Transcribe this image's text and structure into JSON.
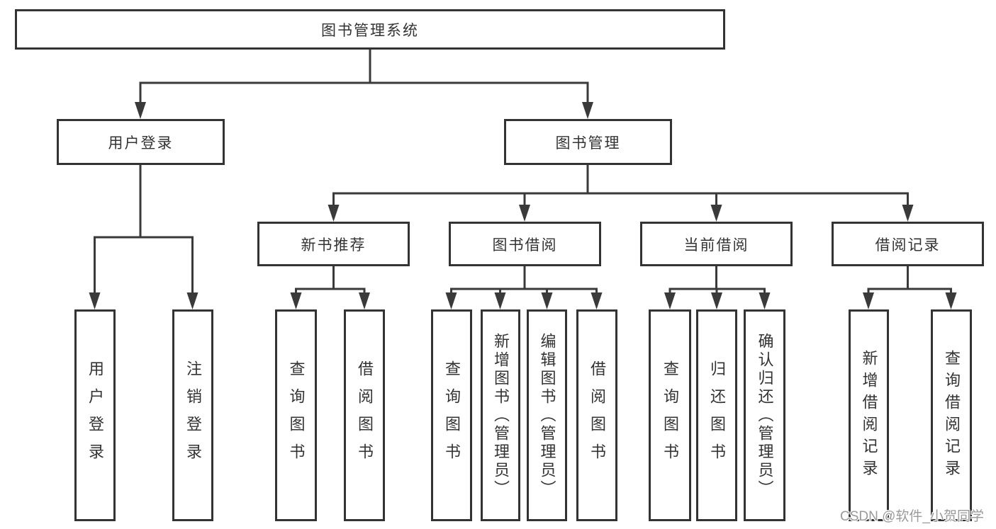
{
  "tree": {
    "label": "图书管理系统",
    "children": [
      {
        "label": "用户登录",
        "children": [
          {
            "label": "用户登录"
          },
          {
            "label": "注销登录"
          }
        ]
      },
      {
        "label": "图书管理",
        "children": [
          {
            "label": "新书推荐",
            "children": [
              {
                "label": "查询图书"
              },
              {
                "label": "借阅图书"
              }
            ]
          },
          {
            "label": "图书借阅",
            "children": [
              {
                "label": "查询图书"
              },
              {
                "label": "新增图书（管理员）"
              },
              {
                "label": "编辑图书（管理员）"
              },
              {
                "label": "借阅图书"
              }
            ]
          },
          {
            "label": "当前借阅",
            "children": [
              {
                "label": "查询图书"
              },
              {
                "label": "归还图书"
              },
              {
                "label": "确认归还（管理员）"
              }
            ]
          },
          {
            "label": "借阅记录",
            "children": [
              {
                "label": "新增借阅记录"
              },
              {
                "label": "查询借阅记录"
              }
            ]
          }
        ]
      }
    ]
  },
  "watermark": "CSDN @软件_小贺同学",
  "colors": {
    "line": "#3a3a3a",
    "box_border": "#333333",
    "box_fill": "#ffffff",
    "text": "#333333",
    "watermark_text": "#9a9a9a",
    "background": "#ffffff"
  }
}
